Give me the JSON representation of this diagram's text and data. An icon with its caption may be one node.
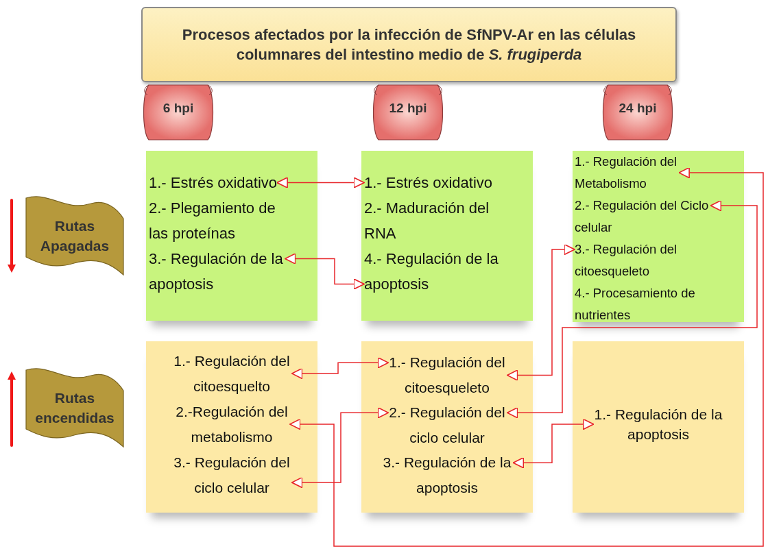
{
  "diagram": {
    "nodes": [
      {
        "text": [
          "Procesos afectados por la infección de SfNPV-Ar en las células columnares del intestino medio de *S. frugiperda*"
        ]
      },
      {
        "text": [
          "6 hpi"
        ]
      },
      {
        "text": [
          "12 hpi"
        ]
      },
      {
        "text": [
          "24 hpi"
        ]
      },
      {
        "text": [
          "Rutas Apagadas"
        ]
      },
      {
        "text": [
          "Rutas encendidas"
        ]
      },
      {
        "text": [],
        "shape": "box"
      },
      {
        "text": [
          "1.- Estrés oxidativo"
        ],
        "in": 6
      },
      {
        "text": [
          "2.- Plegamiento de las proteínas"
        ],
        "in": 6
      },
      {
        "text": [
          "3.- Regulación de la apoptosis"
        ],
        "in": 6
      },
      {
        "text": [],
        "shape": "box"
      },
      {
        "text": [
          "1.- Estrés oxidativo"
        ],
        "in": 10
      },
      {
        "text": [
          "2.- Maduración del RNA"
        ],
        "in": 10
      },
      {
        "text": [
          "4.- Regulación de la apoptosis"
        ],
        "in": 10
      },
      {
        "text": [],
        "shape": "box"
      },
      {
        "text": [
          "1.- Regulación del Metabolismo"
        ],
        "in": 14
      },
      {
        "text": [
          "2.- Regulación del Ciclo celular"
        ],
        "in": 14
      },
      {
        "text": [
          "3.- Regulación del citoesqueleto"
        ],
        "in": 14
      },
      {
        "text": [
          "4.- Procesamiento de nutrientes"
        ],
        "in": 14
      },
      {
        "text": [],
        "shape": "box"
      },
      {
        "text": [
          "1.- Regulación del citoesquelto"
        ],
        "in": 19
      },
      {
        "text": [
          "2.-Regulación del metabolismo"
        ],
        "in": 19
      },
      {
        "text": [
          "3.- Regulación del ciclo celular"
        ],
        "in": 19
      },
      {
        "text": [],
        "shape": "box"
      },
      {
        "text": [
          "1.- Regulación del citoesqueleto"
        ],
        "in": 23
      },
      {
        "text": [
          "2.- Regulación del ciclo celular"
        ],
        "in": 23
      },
      {
        "text": [
          "3.- Regulación de la apoptosis"
        ],
        "in": 23
      },
      {
        "text": [],
        "shape": "box"
      },
      {
        "text": [
          "1.- Regulación de la apoptosis"
        ],
        "in": 27
      }
    ],
    "edges": [
      {
        "from": 7,
        "to": 11,
        "arrow": "both"
      },
      {
        "from": 9,
        "to": 13,
        "arrow": "both"
      },
      {
        "from": 15,
        "to": 21,
        "arrow": "both"
      },
      {
        "from": 16,
        "to": 25,
        "arrow": "both"
      },
      {
        "from": 17,
        "to": 24,
        "arrow": "both"
      },
      {
        "from": 20,
        "to": 24,
        "arrow": "both"
      },
      {
        "from": 22,
        "to": 25,
        "arrow": "both"
      },
      {
        "from": 26,
        "to": 28,
        "arrow": "both"
      }
    ]
  }
}
